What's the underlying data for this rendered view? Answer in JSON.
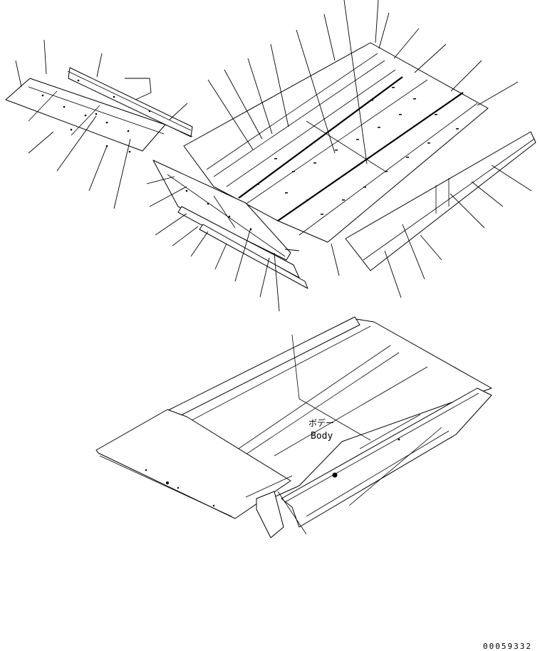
{
  "body_label": {
    "jp": "ボデー",
    "en": "Body"
  },
  "document_number": "00059332"
}
